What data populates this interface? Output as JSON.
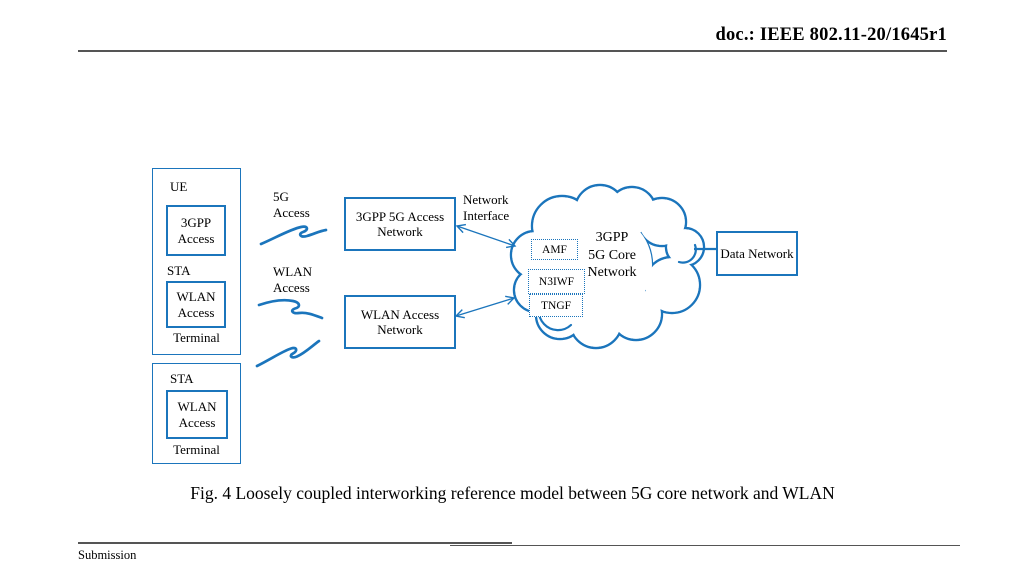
{
  "header": {
    "doc_id": "doc.: IEEE 802.11-20/1645r1"
  },
  "caption": "Fig. 4 Loosely coupled interworking reference model between 5G core network and WLAN",
  "footer": {
    "submission": "Submission"
  },
  "colors": {
    "accent_blue": "#1B75BC",
    "rule_gray": "#555555",
    "text": "#000000"
  },
  "diagram": {
    "ue_device": {
      "title": "UE",
      "gpp_access_box": "3GPP Access",
      "sta_label": "STA",
      "wlan_access_box": "WLAN Access",
      "terminal_label": "Terminal"
    },
    "sta_device": {
      "title": "STA",
      "wlan_access_box": "WLAN Access",
      "terminal_label": "Terminal"
    },
    "link_labels": {
      "five_g_access": "5G Access",
      "wlan_access": "WLAN Access",
      "network_interface": "Network Interface"
    },
    "access_networks": {
      "gpp_5g": "3GPP 5G Access Network",
      "wlan": "WLAN Access Network"
    },
    "core_cloud": {
      "title": "3GPP 5G Core Network",
      "functions": [
        {
          "label": "AMF"
        },
        {
          "label": "N3IWF"
        },
        {
          "label": "TNGF"
        }
      ]
    },
    "data_network": {
      "label": "Data Network"
    },
    "icons": {
      "wireless_squiggle": "wave-squiggle-link",
      "interface_arrow": "double-headed-arrow",
      "core_cloud_shape": "cloud-outline"
    }
  }
}
